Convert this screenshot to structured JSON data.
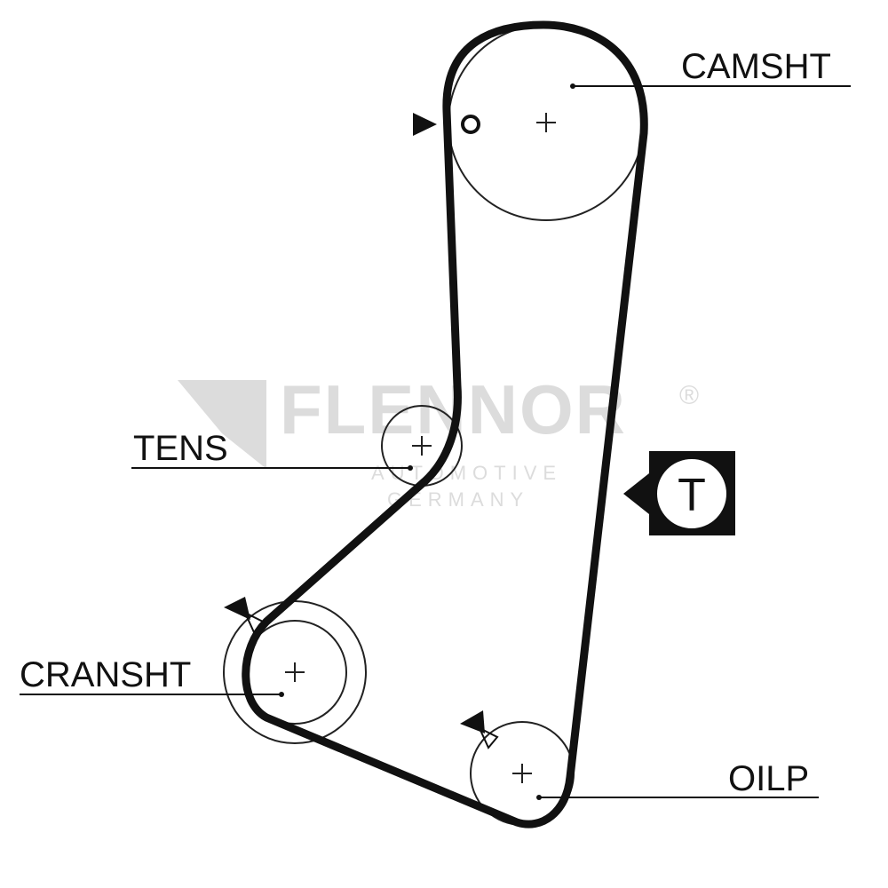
{
  "watermark": {
    "brand": "FLENNOR",
    "registered": "®",
    "line1": "AUTOMOTIVE",
    "line2": "GERMANY"
  },
  "labels": {
    "camshaft": "CAMSHT",
    "tensioner": "TENS",
    "crankshaft": "CRANSHT",
    "oil_pump": "OILP"
  },
  "tension_marker": "T",
  "colors": {
    "belt": "#111111",
    "watermark": "#dcdcdc",
    "background": "#ffffff"
  }
}
